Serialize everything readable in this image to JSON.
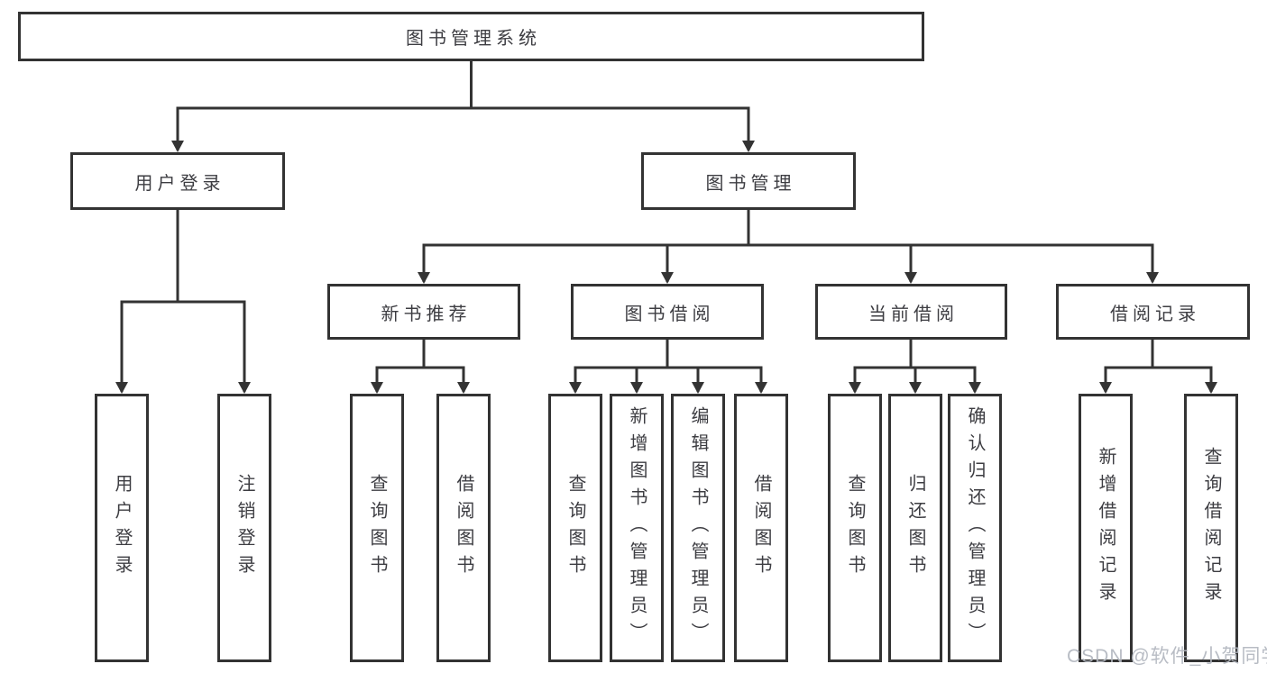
{
  "colors": {
    "line": "#333333",
    "text": "#3d3d42",
    "box_bg": "#ffffff",
    "watermark": "#b2b7bf",
    "background": "#ffffff"
  },
  "nodes": {
    "root": "图书管理系统",
    "user_login": "用户登录",
    "book_mgmt": "图书管理",
    "user_login_leaves": [
      "用户登录",
      "注销登录"
    ],
    "sections": [
      "新书推荐",
      "图书借阅",
      "当前借阅",
      "借阅记录"
    ],
    "new_book_leaves": [
      "查询图书",
      "借阅图书"
    ],
    "borrow_leaves": [
      "查询图书",
      "新增图书（管理员）",
      "编辑图书（管理员）",
      "借阅图书"
    ],
    "current_borrow_leaves": [
      "查询图书",
      "归还图书",
      "确认归还（管理员）"
    ],
    "record_leaves": [
      "新增借阅记录",
      "查询借阅记录"
    ]
  },
  "watermark": "CSDN @软件_小贺同学"
}
